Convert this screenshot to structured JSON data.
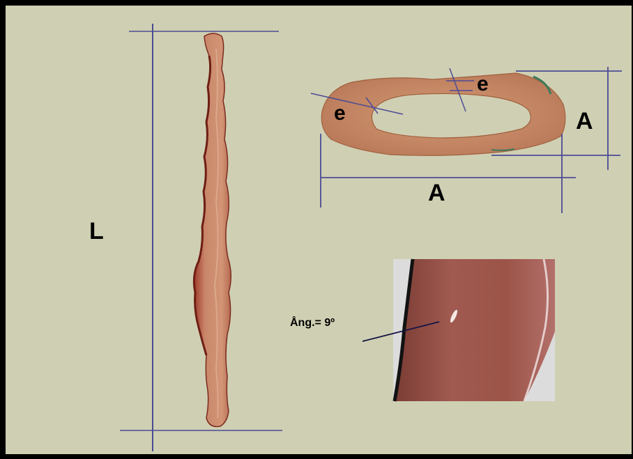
{
  "labels": {
    "length": "L",
    "thickness_1": "e",
    "thickness_2": "e",
    "width_horizontal": "A",
    "width_vertical": "A",
    "angle": "Ång.= 9º"
  },
  "colors": {
    "background": "#cfcfb3",
    "border": "#000000",
    "measure_line": "#4b4b96",
    "fiber_fill": "#c9876a",
    "fiber_edge": "#8a2e1e",
    "section_fill": "#c98a66",
    "micro_fill": "#9a554a"
  }
}
